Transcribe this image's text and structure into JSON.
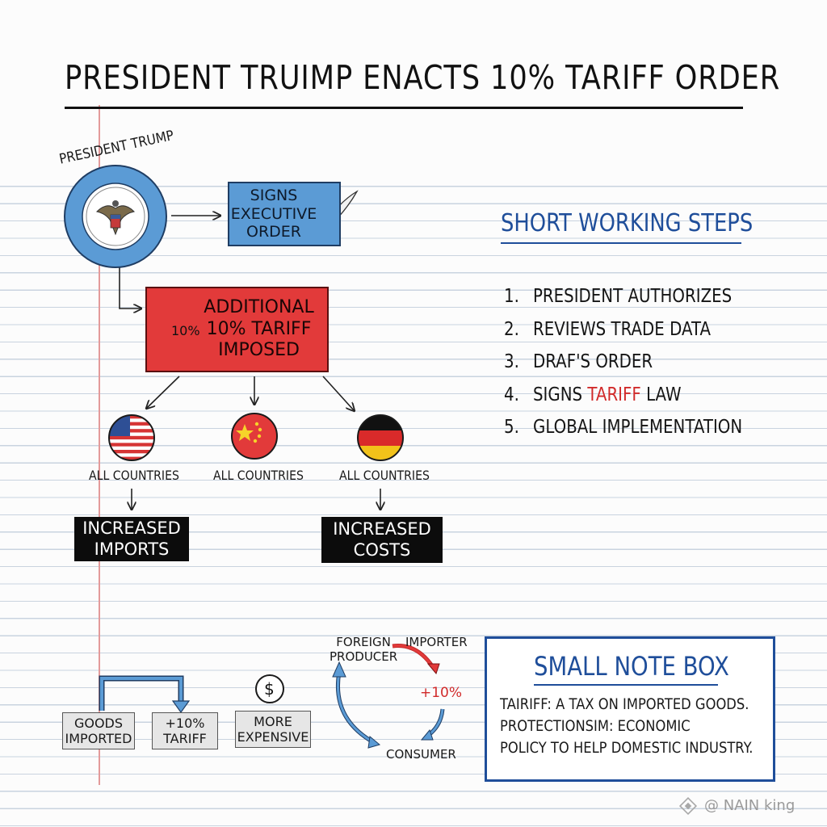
{
  "title": "PRESIDENT TRUIMP ENACTS 10% TARIFF ORDER",
  "president": {
    "label": "PRESIDENT TRUMP",
    "seal_icon": "presidential-seal-icon"
  },
  "exec_order": {
    "line1": "SIGNS",
    "line2": "EXECUTIVE",
    "line3": "ORDER",
    "icon": "quill-pen-icon"
  },
  "tariff": {
    "burst_label": "10%",
    "line1": "ADDITIONAL",
    "line2": "10% TARIFF",
    "line3": "IMPOSED"
  },
  "countries": [
    {
      "flag": "usa-flag-icon",
      "label": "ALL COUNTRIES"
    },
    {
      "flag": "china-flag-icon",
      "label": "ALL COUNTRIES"
    },
    {
      "flag": "germany-flag-icon",
      "label": "ALL COUNTRIES"
    }
  ],
  "outcomes": {
    "left_line1": "INCREASED",
    "left_line2": "IMPORTS",
    "right_line1": "INCREASED",
    "right_line2": "COSTS"
  },
  "steps": {
    "heading": "SHORT WORKING STEPS",
    "items": [
      {
        "num": "1.",
        "text": "PRESIDENT AUTHORIZES"
      },
      {
        "num": "2.",
        "text": "REVIEWS TRADE DATA"
      },
      {
        "num": "3.",
        "text": "DRAF'S ORDER"
      },
      {
        "num": "4.",
        "pre": "SIGNS ",
        "highlight": "TARIFF",
        "post": " LAW"
      },
      {
        "num": "5.",
        "text": "GLOBAL IMPLEMENTATION"
      }
    ]
  },
  "flow": {
    "goods_line1": "GOODS",
    "goods_line2": "IMPORTED",
    "tariff_line1": "+10%",
    "tariff_line2": "TARIFF",
    "dollar_icon": "dollar-coin-icon",
    "dollar_symbol": "$",
    "expensive_line1": "MORE",
    "expensive_line2": "EXPENSIVE"
  },
  "cycle": {
    "foreign_line1": "FOREIGN",
    "foreign_line2": "PRODUCER",
    "importer": "IMPORTER",
    "percent": "+10%",
    "consumer": "CONSUMER"
  },
  "note": {
    "heading": "SMALL NOTE BOX",
    "line1": "TAIRIFF: A TAX ON IMPORTED GOODS.",
    "line2": "PROTECTIONSIM: ECONOMIC",
    "line3": "POLICY TO HELP DOMESTIC INDUSTRY."
  },
  "watermark": "@ NAIN king",
  "colors": {
    "blue": "#5b9bd5",
    "dark_blue": "#1f4e9a",
    "red": "#e23a3a",
    "highlight_red": "#d12a2a"
  }
}
